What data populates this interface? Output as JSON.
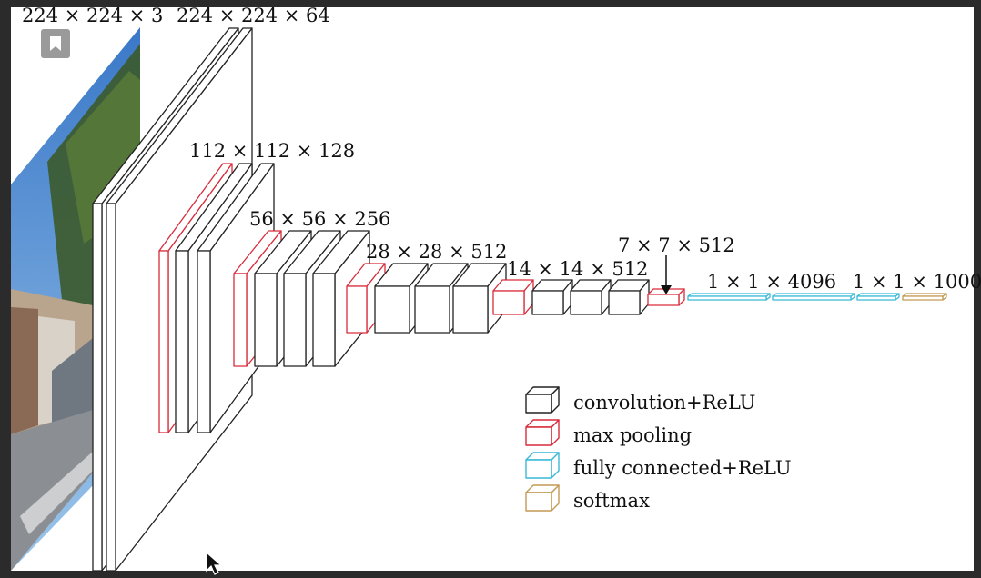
{
  "colors": {
    "convolution": "#222222",
    "max_pooling": "#d92b3a",
    "fully_connected": "#38b9d8",
    "softmax": "#c49a55",
    "background": "#ffffff",
    "frame": "#2b2b2b"
  },
  "icons": {
    "bookmark": "bookmark-icon",
    "cursor": "mouse-cursor-icon"
  },
  "layer_labels": [
    "224 × 224 × 3",
    "224 × 224 × 64",
    "112 × 112 × 128",
    "56 × 56 × 256",
    "28 × 28 × 512",
    "14 × 14 × 512",
    "7 × 7 × 512",
    "1 × 1 × 4096",
    "1 × 1 × 1000"
  ],
  "legend": [
    {
      "key": "convolution",
      "label": "convolution+ReLU"
    },
    {
      "key": "max_pooling",
      "label": "max pooling"
    },
    {
      "key": "fully_connected",
      "label": "fully connected+ReLU"
    },
    {
      "key": "softmax",
      "label": "softmax"
    }
  ]
}
